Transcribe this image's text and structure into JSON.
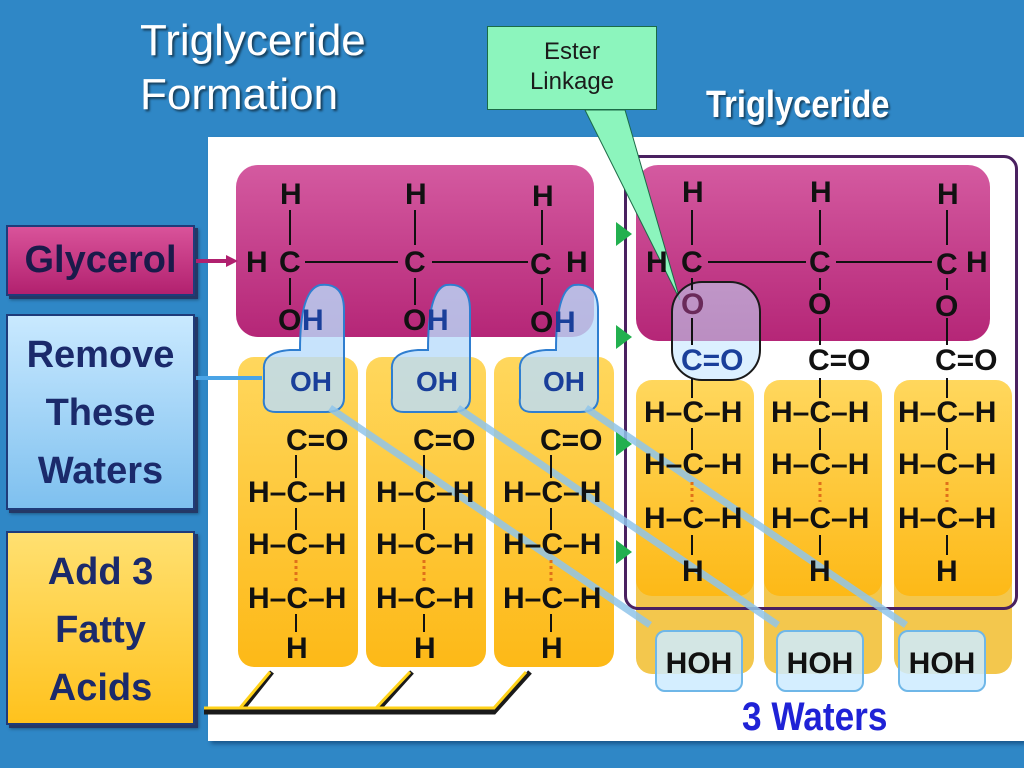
{
  "title": {
    "line1": "Triglyceride",
    "line2": "Formation"
  },
  "callout": {
    "line1": "Ester",
    "line2": "Linkage"
  },
  "triglyceride_label": "Triglyceride",
  "side": {
    "glycerol": "Glycerol",
    "remove": [
      "Remove",
      "These",
      "Waters"
    ],
    "add": [
      "Add 3",
      "Fatty",
      "Acids"
    ]
  },
  "waters_label": "3 Waters",
  "hoh": "HOH",
  "colors": {
    "background": "#2f87c6",
    "glycerol": "#c13b86",
    "fatty_acid": "#fdc12b",
    "water_highlight": "#bfe3ff",
    "waters_label": "#1f22d6",
    "frame": "#4a2160"
  },
  "atoms": {
    "H": "H",
    "C": "C",
    "O": "O",
    "OH": "OH",
    "CO": "C=O",
    "HCH": "H–C–H"
  }
}
